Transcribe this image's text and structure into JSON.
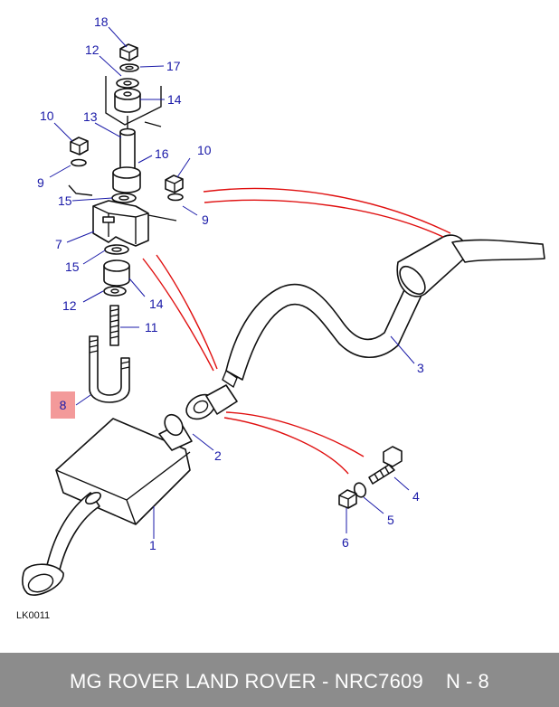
{
  "labels": {
    "l18": "18",
    "l12a": "12",
    "l17": "17",
    "l14a": "14",
    "l13": "13",
    "l10a": "10",
    "l16": "16",
    "l10b": "10",
    "l9a": "9",
    "l9b": "9",
    "l15a": "15",
    "l7": "7",
    "l15b": "15",
    "l14b": "14",
    "l12b": "12",
    "l11": "11",
    "l8": "8",
    "l3": "3",
    "l2": "2",
    "l4": "4",
    "l5": "5",
    "l6": "6",
    "l1": "1"
  },
  "ref_code": "LK0011",
  "footer": {
    "title": "MG ROVER LAND ROVER - NRC7609",
    "page": "N - 8",
    "background": "#8c8c8c"
  },
  "colors": {
    "callout": "#1a1aa8",
    "highlight": "#f39a9a",
    "guide_lines": "#e01010"
  }
}
